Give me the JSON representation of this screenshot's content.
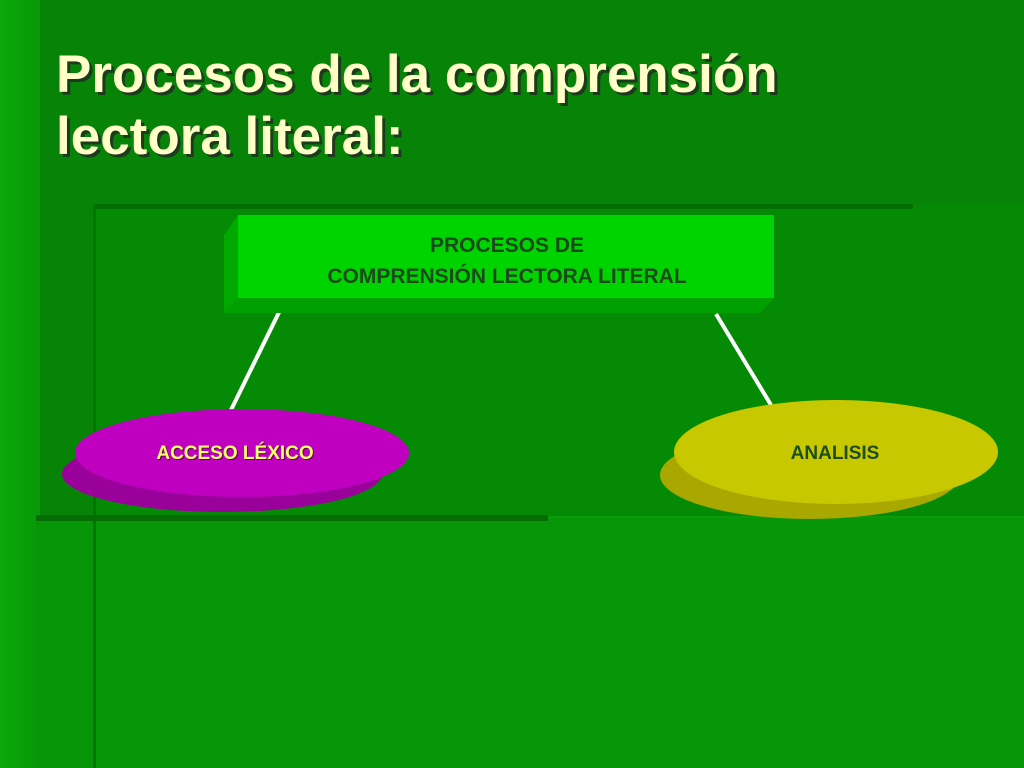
{
  "slide": {
    "title_lines": [
      "Procesos de la comprensión",
      "lectora literal:"
    ]
  },
  "diagram": {
    "root": {
      "lines": [
        "PROCESOS DE",
        "COMPRENSIÓN LECTORA LITERAL"
      ],
      "color": "#00cc00"
    },
    "children": [
      {
        "label": "ACCESO LÉXICO",
        "color": "#c000c0"
      },
      {
        "label": "ANALISIS",
        "color": "#c8c800"
      }
    ]
  },
  "colors": {
    "background": "#078407",
    "title_text": "#ffffc8"
  }
}
